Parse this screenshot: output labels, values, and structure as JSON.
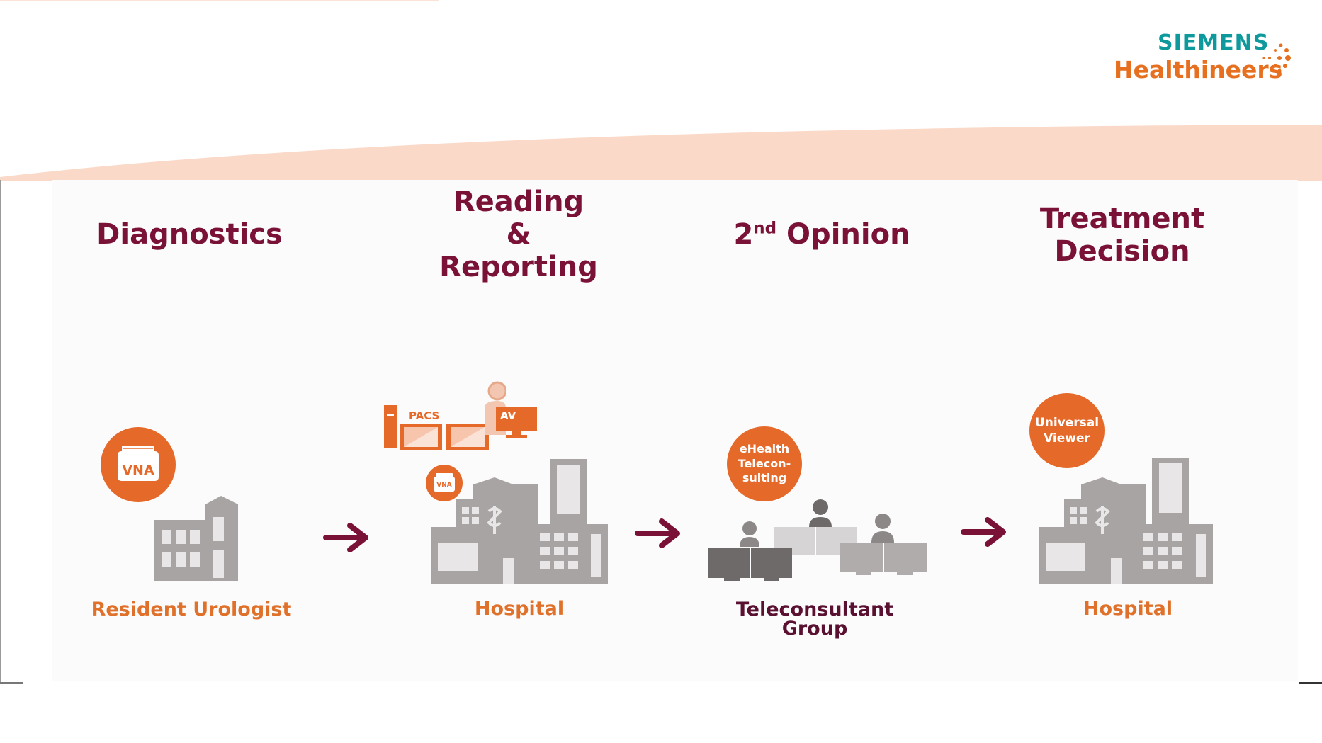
{
  "logo": {
    "line1": "SIEMENS",
    "line2": "Healthineers"
  },
  "stages": [
    {
      "title_lines": [
        "Diagnostics"
      ]
    },
    {
      "title_lines": [
        "Reading",
        "&",
        "Reporting"
      ]
    },
    {
      "title_base": "2",
      "title_sup": "nd",
      "title_rest": " Opinion"
    },
    {
      "title_lines": [
        "Treatment",
        "Decision"
      ]
    }
  ],
  "actors": [
    {
      "label": "Resident Urologist",
      "badge": "VNA"
    },
    {
      "label": "Hospital",
      "badge": "VNA",
      "tags": {
        "pacs": "PACS",
        "av": "AV"
      }
    },
    {
      "label": "Teleconsultant Group",
      "badge_lines": [
        "eHealth",
        "Telecon-",
        "sulting"
      ]
    },
    {
      "label": "Hospital",
      "badge_lines": [
        "Universal",
        "Viewer"
      ]
    }
  ],
  "colors": {
    "title": "#7a1238",
    "accent_orange": "#e56a2a",
    "label_orange": "#e0712a",
    "label_dark": "#5a1030",
    "building_gray": "#a8a4a4",
    "arrow": "#7a1238",
    "band": "#fbd7c6"
  },
  "icons": [
    "siemens-dots-icon",
    "vna-box-icon",
    "clinic-building-icon",
    "hospital-building-icon",
    "arrow-right-icon",
    "pacs-workstation-icon",
    "av-monitor-icon",
    "teleconsultant-workstations-icon"
  ]
}
